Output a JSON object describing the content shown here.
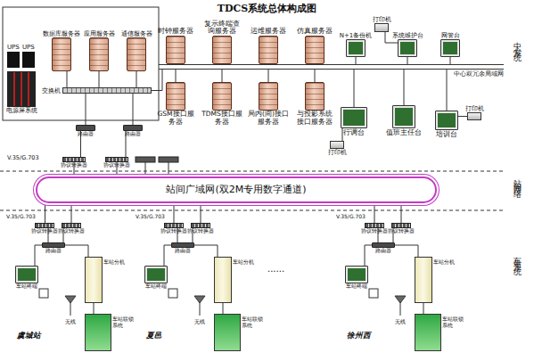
{
  "diagram": {
    "title": "TDCS系统总体构成图",
    "nodes": [
      {
        "text": [
          "数据库服务器"
        ]
      },
      {
        "text": [
          "应用服务器"
        ]
      },
      {
        "text": [
          "通信服务器"
        ]
      },
      {
        "text": [
          "电源屏系统"
        ]
      },
      {
        "text": [
          "交换机"
        ]
      },
      {
        "text": [
          "路由器"
        ]
      },
      {
        "text": [
          "路由器"
        ]
      },
      {
        "text": [
          "时钟服务器"
        ]
      },
      {
        "text": [
          "复示终端查询服务器"
        ]
      },
      {
        "text": [
          "运维服务器"
        ]
      },
      {
        "text": [
          "仿真服务器"
        ]
      },
      {
        "text": [
          "N+1备份机"
        ]
      },
      {
        "text": [
          "打印机"
        ]
      },
      {
        "text": [
          "系统维护台"
        ]
      },
      {
        "text": [
          "网管台"
        ]
      },
      {
        "text": [
          "中心双冗余局域网"
        ]
      },
      {
        "text": [
          "GSM接口服务器"
        ]
      },
      {
        "text": [
          "TDMS接口服务器"
        ]
      },
      {
        "text": [
          "局内(间)接口服务器"
        ]
      },
      {
        "text": [
          "与投影系统接口服务器"
        ]
      },
      {
        "text": [
          "打印机"
        ]
      },
      {
        "text": [
          "行调台"
        ]
      },
      {
        "text": [
          "值班主任台"
        ]
      },
      {
        "text": [
          "打印机"
        ]
      },
      {
        "text": [
          "培训台"
        ]
      },
      {
        "text": [
          "协议转换器"
        ]
      },
      {
        "text": [
          "协议转换器"
        ]
      },
      {
        "text": [
          "站间广域网(双2M专用数字通道)"
        ]
      },
      {
        "text": [
          "协议转换器"
        ]
      },
      {
        "text": [
          "协议转换器"
        ]
      },
      {
        "text": [
          "路由器"
        ]
      },
      {
        "text": [
          "车站终端"
        ]
      },
      {
        "text": [
          "车站分机"
        ]
      },
      {
        "text": [
          "车站联锁系统"
        ]
      },
      {
        "text": [
          "协议转换器"
        ]
      },
      {
        "text": [
          "协议转换器"
        ]
      },
      {
        "text": [
          "路由器"
        ]
      },
      {
        "text": [
          "车站终端"
        ]
      },
      {
        "text": [
          "车站分机"
        ]
      },
      {
        "text": [
          "车站联锁系统"
        ]
      },
      {
        "text": [
          "协议转换器"
        ]
      },
      {
        "text": [
          "协议转换器"
        ]
      },
      {
        "text": [
          "路由器"
        ]
      },
      {
        "text": [
          "车站终端"
        ]
      },
      {
        "text": [
          "车站分机"
        ]
      },
      {
        "text": [
          "车站联锁系统"
        ]
      }
    ],
    "edges": [
      {
        "from": 0,
        "to": 4,
        "arrow": "none"
      },
      {
        "from": 1,
        "to": 4,
        "arrow": "none"
      },
      {
        "from": 2,
        "to": 4,
        "arrow": "none"
      },
      {
        "from": 4,
        "to": 5,
        "arrow": "none"
      },
      {
        "from": 4,
        "to": 6,
        "arrow": "none"
      },
      {
        "from": 4,
        "to": 15,
        "arrow": "none"
      },
      {
        "from": 7,
        "to": 15,
        "arrow": "none"
      },
      {
        "from": 8,
        "to": 15,
        "arrow": "none"
      },
      {
        "from": 9,
        "to": 15,
        "arrow": "none"
      },
      {
        "from": 10,
        "to": 15,
        "arrow": "none"
      },
      {
        "from": 11,
        "to": 15,
        "arrow": "none"
      },
      {
        "from": 12,
        "to": 13,
        "arrow": "none"
      },
      {
        "from": 13,
        "to": 15,
        "arrow": "none"
      },
      {
        "from": 14,
        "to": 15,
        "arrow": "none"
      },
      {
        "from": 16,
        "to": 15,
        "arrow": "none"
      },
      {
        "from": 17,
        "to": 15,
        "arrow": "none"
      },
      {
        "from": 18,
        "to": 15,
        "arrow": "none"
      },
      {
        "from": 19,
        "to": 15,
        "arrow": "none"
      },
      {
        "from": 20,
        "to": 21,
        "arrow": "none"
      },
      {
        "from": 21,
        "to": 15,
        "arrow": "none"
      },
      {
        "from": 22,
        "to": 15,
        "arrow": "none"
      },
      {
        "from": 23,
        "to": 24,
        "arrow": "none"
      },
      {
        "from": 24,
        "to": 15,
        "arrow": "none"
      },
      {
        "from": 5,
        "to": 25,
        "arrow": "none"
      },
      {
        "from": 6,
        "to": 26,
        "arrow": "none"
      },
      {
        "from": 25,
        "to": 27,
        "arrow": "none"
      },
      {
        "from": 26,
        "to": 27,
        "arrow": "none"
      },
      {
        "from": 27,
        "to": 28,
        "arrow": "none"
      },
      {
        "from": 27,
        "to": 29,
        "arrow": "none"
      },
      {
        "from": 28,
        "to": 30,
        "arrow": "none"
      },
      {
        "from": 29,
        "to": 30,
        "arrow": "none"
      },
      {
        "from": 30,
        "to": 31,
        "arrow": "none"
      },
      {
        "from": 30,
        "to": 32,
        "arrow": "none"
      },
      {
        "from": 32,
        "to": 33,
        "arrow": "none"
      },
      {
        "from": 27,
        "to": 34,
        "arrow": "none"
      },
      {
        "from": 27,
        "to": 35,
        "arrow": "none"
      },
      {
        "from": 34,
        "to": 36,
        "arrow": "none"
      },
      {
        "from": 35,
        "to": 36,
        "arrow": "none"
      },
      {
        "from": 36,
        "to": 37,
        "arrow": "none"
      },
      {
        "from": 36,
        "to": 38,
        "arrow": "none"
      },
      {
        "from": 38,
        "to": 39,
        "arrow": "none"
      },
      {
        "from": 27,
        "to": 40,
        "arrow": "none"
      },
      {
        "from": 27,
        "to": 41,
        "arrow": "none"
      },
      {
        "from": 40,
        "to": 42,
        "arrow": "none"
      },
      {
        "from": 41,
        "to": 42,
        "arrow": "none"
      },
      {
        "from": 42,
        "to": 43,
        "arrow": "none"
      },
      {
        "from": 42,
        "to": 44,
        "arrow": "none"
      },
      {
        "from": 44,
        "to": 45,
        "arrow": "none"
      }
    ],
    "labels": [
      "UPS",
      "UPS",
      "V.35/G.703",
      "中心系统",
      "站间网络",
      "V.35/G.703",
      "无线",
      "虞城站",
      "V.35/G.703",
      "无线",
      "夏邑",
      "......",
      "V.35/G.703",
      "无线",
      "徐州西",
      "车站系统"
    ]
  }
}
